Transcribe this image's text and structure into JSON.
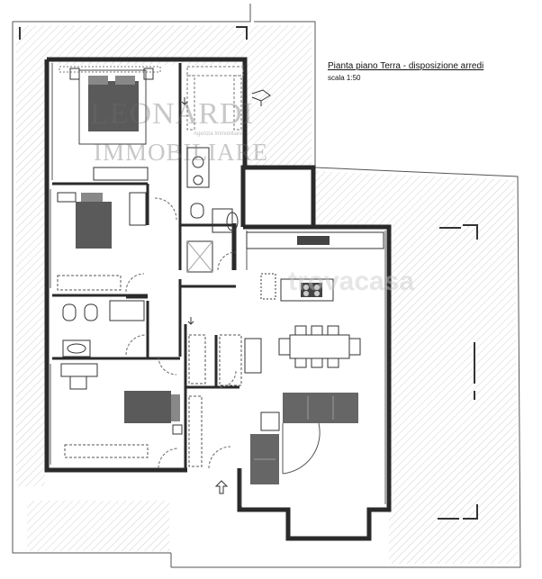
{
  "plan": {
    "title": "Pianta piano Terra - disposizione arredi",
    "scale": "scala 1:50"
  },
  "watermark": {
    "brand_top": "LEONARDI",
    "brand_sub": "Agenzia Immobiliare",
    "brand_bottom": "IMMOBILIARE",
    "site": "trovacasa"
  },
  "colors": {
    "wall": "#2a2a2a",
    "furniture_dark": "#5a5a5a",
    "sofa": "#666666",
    "hatch": "#c8c8c8",
    "line": "#333333"
  }
}
